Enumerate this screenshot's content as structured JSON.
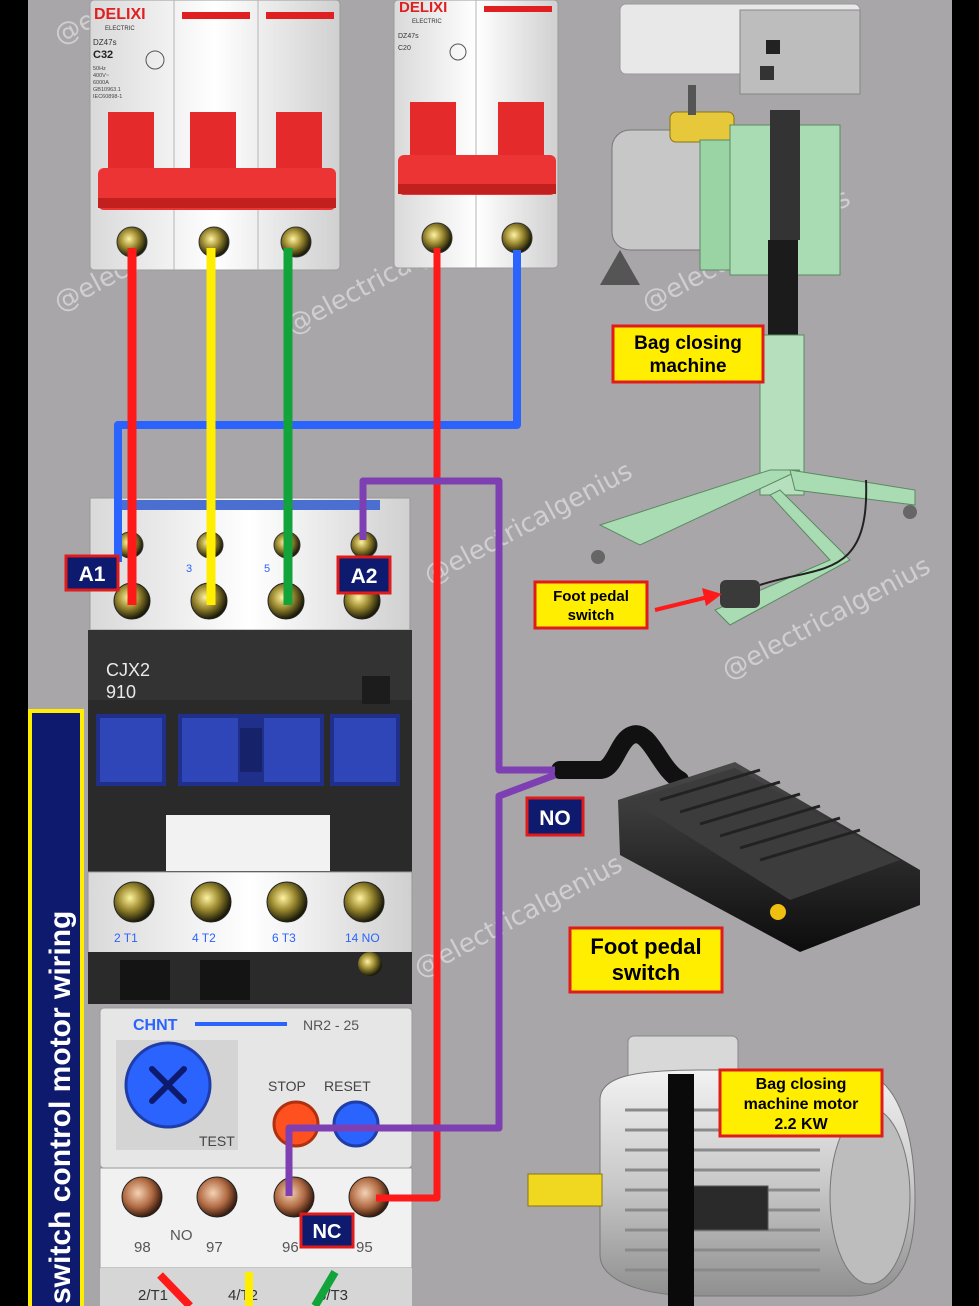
{
  "breakers": {
    "three_pole": {
      "brand": "DELIXI",
      "subbrand": "ELECTRIC",
      "model": "DZ47s",
      "rating": "C32",
      "specs": [
        "50Hz",
        "400V~",
        "6000A",
        "GB10963.1",
        "IEC60898-1"
      ]
    },
    "two_pole": {
      "brand": "DELIXI",
      "subbrand": "ELECTRIC",
      "model": "DZ47s",
      "rating": "C20"
    }
  },
  "contactor": {
    "model_line1": "CJX2",
    "model_line2": "910",
    "top_terminal_marks": [
      "3",
      "5"
    ],
    "bottom_terminal_marks": [
      "2 T1",
      "4 T2",
      "6 T3",
      "14 NO"
    ]
  },
  "overload_relay": {
    "brand": "CHNT",
    "model": "NR2 - 25",
    "stop_label": "STOP",
    "reset_label": "RESET",
    "test_label": "TEST",
    "terminal_labels": [
      "98",
      "NO",
      "97",
      "96",
      "95"
    ],
    "bottom_labels": [
      "2/T1",
      "4/T2",
      "6/T3"
    ]
  },
  "tags": {
    "a1": "A1",
    "a2": "A2",
    "no": "NO",
    "nc": "NC"
  },
  "callouts": {
    "bag_closing_machine": [
      "Bag closing",
      "machine"
    ],
    "foot_pedal_small": [
      "Foot pedal",
      "switch"
    ],
    "foot_pedal_large": [
      "Foot pedal",
      "switch"
    ],
    "motor": [
      "Bag closing",
      "machine motor",
      "2.2 KW"
    ]
  },
  "side_title": "switch control motor wiring",
  "watermark": "@electricalgenius",
  "colors": {
    "background": "#a9a6a9",
    "wire_red": "#ff1a1a",
    "wire_yellow": "#ffee00",
    "wire_green": "#12a33a",
    "wire_blue": "#2b63ff",
    "wire_purple": "#7e3fb2",
    "tag_fill": "#0d1a6e",
    "tag_border": "#e01b1b",
    "callout_fill": "#ffee00",
    "callout_border": "#e01b1b"
  }
}
